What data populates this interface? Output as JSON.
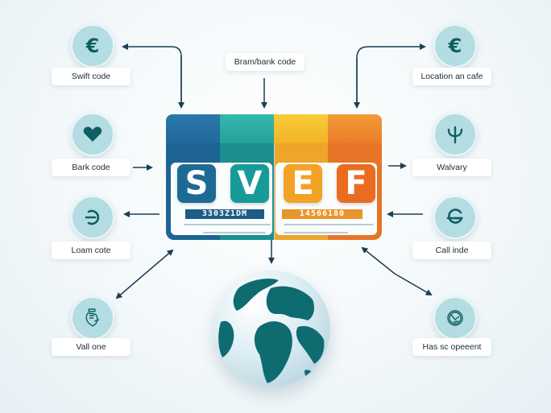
{
  "diagram": {
    "top_label": "Bram/bank code",
    "center_card": {
      "tiles": [
        {
          "letter": "S",
          "color": "#1d6b94"
        },
        {
          "letter": "V",
          "color": "#189a98"
        },
        {
          "letter": "E",
          "color": "#f2a225"
        },
        {
          "letter": "F",
          "color": "#ea6c20"
        }
      ],
      "awning_colors": [
        "#2a78ad",
        "#2fb3a8",
        "#f5c330",
        "#f08d2c"
      ],
      "left_code": "3303Z1DM",
      "right_code": "14566180",
      "left_code_color": "#1d5c86",
      "right_code_color": "#e8952b"
    },
    "left_nodes": [
      {
        "label": "Swift code",
        "icon": "euro-icon"
      },
      {
        "label": "Bark code",
        "icon": "heart-icon"
      },
      {
        "label": "Loam cote",
        "icon": "exit-icon"
      },
      {
        "label": "Vall one",
        "icon": "document-stamp-icon"
      }
    ],
    "right_nodes": [
      {
        "label": "Location an cafe",
        "icon": "euro-icon"
      },
      {
        "label": "Walvary",
        "icon": "psi-icon"
      },
      {
        "label": "Call inde",
        "icon": "g-currency-icon"
      },
      {
        "label": "Has sc opeeent",
        "icon": "globe-badge-icon"
      }
    ],
    "colors": {
      "circle_fill": "#b4dde3",
      "icon": "#0f5f62",
      "arrow": "#1a3f55",
      "globe_land": "#0e6b70"
    }
  }
}
